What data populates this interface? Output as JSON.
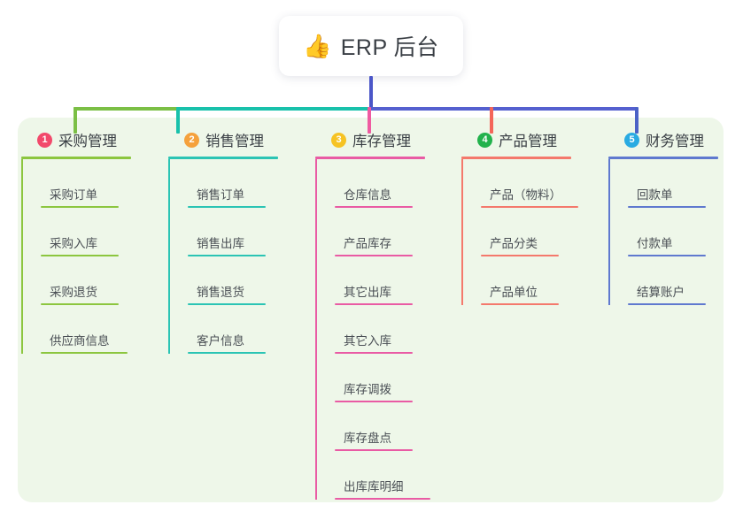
{
  "diagram": {
    "type": "mind-map",
    "title": "ERP 后台",
    "background_color": "#eef7e9",
    "root": {
      "icon": "thumbs-up-icon",
      "emoji": "👍",
      "label": "ERP 后台",
      "card_color": "#ffffff",
      "stem_color": "#4b56c8"
    },
    "trunk": {
      "segments": [
        {
          "name": "trunk-segment-green",
          "color": "#7bbf45"
        },
        {
          "name": "trunk-segment-teal",
          "color": "#18c1ab"
        },
        {
          "name": "trunk-segment-blue",
          "color": "#5560cf"
        }
      ]
    },
    "branches": [
      {
        "number": "1",
        "label": "采购管理",
        "badge_color": "#f2496b",
        "line_color": "#8cc63f",
        "drop_color": "#7bbf45",
        "items": [
          "采购订单",
          "采购入库",
          "采购退货",
          "供应商信息"
        ]
      },
      {
        "number": "2",
        "label": "销售管理",
        "badge_color": "#f5a13c",
        "line_color": "#2bc4b4",
        "drop_color": "#18c1ab",
        "items": [
          "销售订单",
          "销售出库",
          "销售退货",
          "客户信息"
        ]
      },
      {
        "number": "3",
        "label": "库存管理",
        "badge_color": "#f6c324",
        "line_color": "#e95ba4",
        "drop_color": "#ef5ba1",
        "items": [
          "仓库信息",
          "产品库存",
          "其它出库",
          "其它入库",
          "库存调拨",
          "库存盘点",
          "出库库明细"
        ]
      },
      {
        "number": "4",
        "label": "产品管理",
        "badge_color": "#22b24c",
        "line_color": "#f4796c",
        "drop_color": "#f4665a",
        "items": [
          "产品（物料）",
          "产品分类",
          "产品单位"
        ]
      },
      {
        "number": "5",
        "label": "财务管理",
        "badge_color": "#29abe2",
        "line_color": "#5f79cf",
        "drop_color": "#4b62c6",
        "items": [
          "回款单",
          "付款单",
          "结算账户"
        ]
      }
    ]
  }
}
